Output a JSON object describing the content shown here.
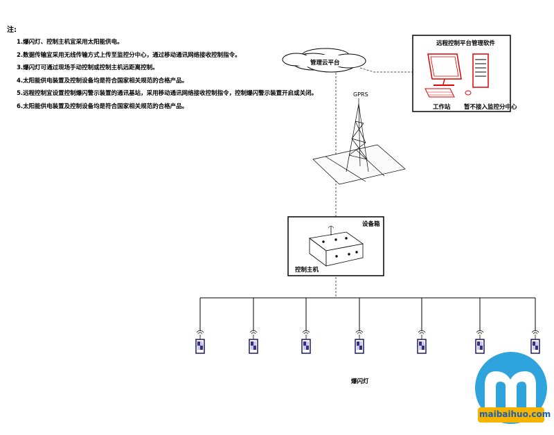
{
  "notes": {
    "title": "注:",
    "items": [
      "1.爆闪灯、控制主机宜采用太阳能供电。",
      "2.数据传输宜采用无线传输方式上传至监控分中心，通过移动通讯网络接收控制指令。",
      "3.爆闪灯可通过现场手动控制或控制主机远距离控制。",
      "4.太阳能供电装置及控制设备均是符合国家相关规范的合格产品。",
      "5.远程控制宜设置控制爆闪警示装置的通讯基站，采用移动通讯网络接收控制指令，控制爆闪警示装置开启或关闭。",
      "6.太阳能供电装置及控制设备均是符合国家相关规范的合格产品。"
    ]
  },
  "diagram": {
    "cloud_label": "管理云平台",
    "gprs_label": "GPRS",
    "remote_box_title": "远程控制平台管理软件",
    "workstation_label": "工作站",
    "monitor_center_label": "暂不接入监控分中心",
    "equipment_box_label": "设备箱",
    "control_host_label": "控制主机",
    "flash_light_label": "爆闪灯",
    "flash_light_count": 7
  },
  "watermark": {
    "text": "maibaihuo.com",
    "colors": {
      "ring": "#2ea3dc",
      "text_bg": "#f5b400",
      "text": "#1a5fb4"
    }
  }
}
